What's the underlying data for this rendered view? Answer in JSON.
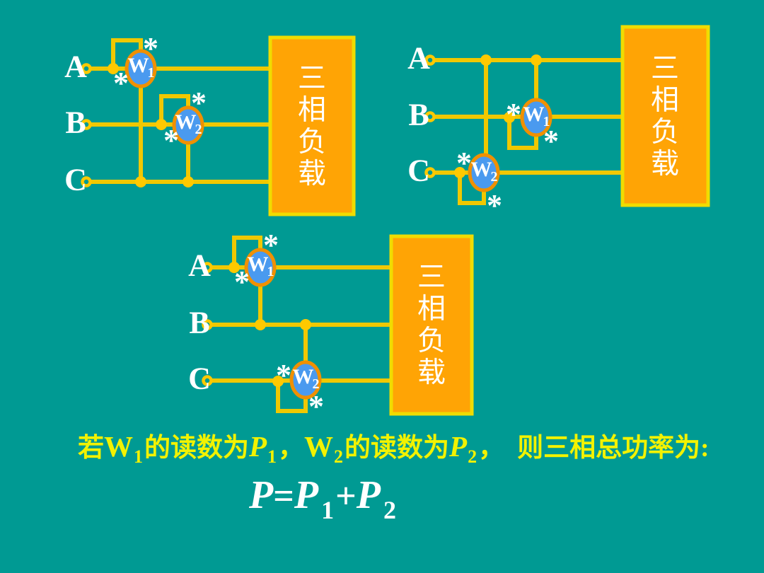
{
  "slide": {
    "background_color": "#009A93",
    "colors": {
      "wire": "#F0C800",
      "wire_dot": "#FFC900",
      "load_box_fill": "#FFA405",
      "load_box_border": "#F0DC00",
      "meter_fill": "#4A9AEF",
      "meter_ring": "#F09000",
      "phase_label": "#FFFFFF",
      "caption_text": "#F2F200",
      "formula_text": "#FFFFFF"
    },
    "polarity_mark": "*",
    "phase_labels": [
      "A",
      "B",
      "C"
    ],
    "wattmeters": {
      "letter": "W",
      "sub_1": "1",
      "sub_2": "2"
    },
    "load_label_chars": [
      "三",
      "相",
      "负",
      "载"
    ],
    "caption": {
      "parts": [
        "若",
        "W",
        "1",
        "的读数为",
        "P",
        "1",
        "，",
        "W",
        "2",
        "的读数为",
        "P",
        "2",
        "，",
        "则三相总功率为:"
      ]
    },
    "formula": {
      "parts": [
        "P",
        "=",
        "P",
        "1",
        "+",
        "P",
        "2"
      ]
    }
  }
}
